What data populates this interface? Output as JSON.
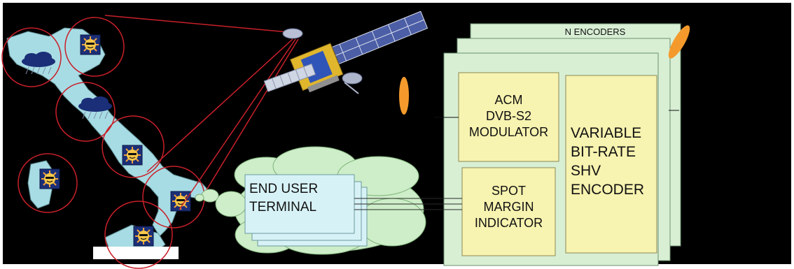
{
  "colors": {
    "background": "#000000",
    "land": "#a8dce4",
    "coverage_circle": "#c8202a",
    "panel_green": "#d8efd4",
    "block_yellow": "#f7f3b0",
    "cloud": "#cdeec8",
    "accent_orange": "#f49a2c",
    "rain_cloud": "#1b2f78"
  },
  "encoders_stack": {
    "title": "N ENCODERS"
  },
  "acm_modulator": {
    "line1": "ACM",
    "line2": "DVB-S2",
    "line3": "MODULATOR"
  },
  "spot_margin_indicator": {
    "line1": "SPOT",
    "line2": "MARGIN",
    "line3": "INDICATOR"
  },
  "shv_encoder": {
    "line1": "VARIABLE",
    "line2": "BIT-RATE",
    "line3": "SHV",
    "line4": "ENCODER"
  },
  "end_user_terminal": {
    "line1": "END USER",
    "line2": "TERMINAL"
  },
  "icons": [
    "satellite-icon",
    "sun-icon",
    "rain-cloud-icon",
    "feed-horn-icon",
    "map-of-italy"
  ]
}
